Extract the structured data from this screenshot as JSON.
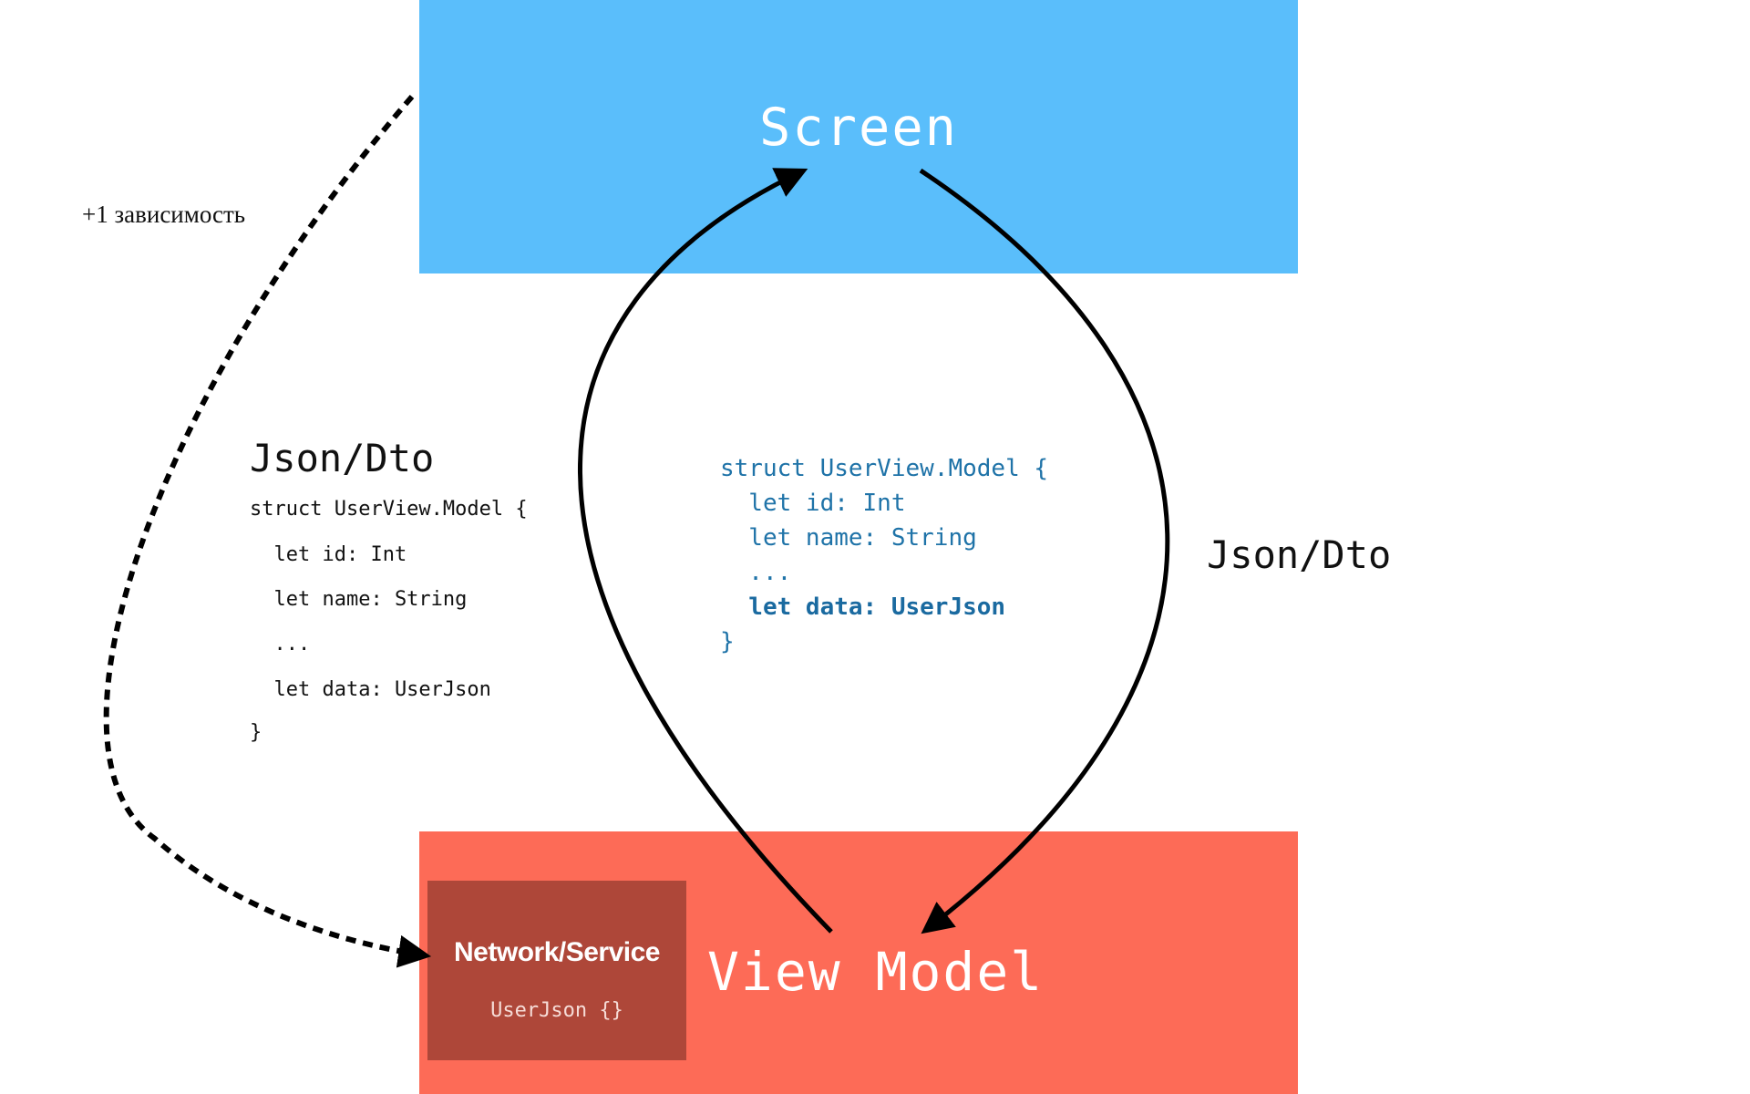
{
  "screen": {
    "label": "Screen",
    "color": "#5ABEFB"
  },
  "view_model": {
    "label": "View Model",
    "color": "#FD6B57"
  },
  "network_service": {
    "title": "Network/Service",
    "subtitle": "UserJson {}",
    "color": "#AE4739"
  },
  "dependency_label": "+1 зависимость",
  "left_panel": {
    "heading": "Json/Dto",
    "code_lines": [
      "struct UserView.Model {",
      "  let id: Int",
      "  let name: String",
      "  ...",
      "  let data: UserJson",
      "}"
    ]
  },
  "center_panel": {
    "code_lines": [
      "struct UserView.Model {",
      "  let id: Int",
      "  let name: String",
      "  ...",
      "  let data: UserJson",
      "}"
    ],
    "code_color": "#1F73A8"
  },
  "right_label": "Json/Dto"
}
